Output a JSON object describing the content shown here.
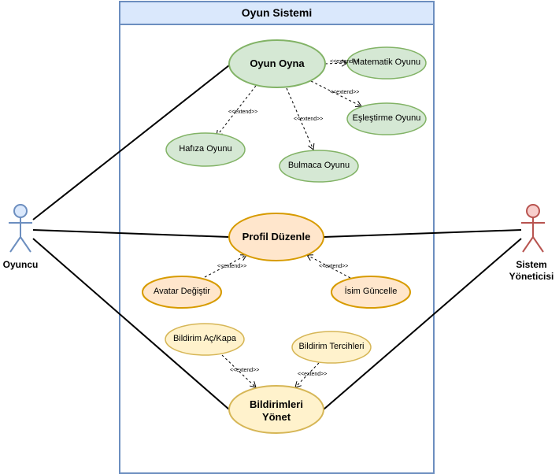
{
  "system": {
    "title": "Oyun Sistemi"
  },
  "actors": {
    "player": {
      "label": "Oyuncu",
      "color": "#6c8ebf",
      "fill": "#dae8fc"
    },
    "admin": {
      "label_line1": "Sistem",
      "label_line2": "Yöneticisi",
      "color": "#b85450",
      "fill": "#f8cecc"
    }
  },
  "use_cases": {
    "play_game": "Oyun Oyna",
    "math_game": "Matematik Oyunu",
    "matching_game": "Eşleştirme Oyunu",
    "memory_game": "Hafıza Oyunu",
    "puzzle_game": "Bulmaca Oyunu",
    "edit_profile": "Profil Düzenle",
    "change_avatar": "Avatar Değiştir",
    "update_name": "İsim Güncelle",
    "toggle_notifications": "Bildirim Aç/Kapa",
    "notification_prefs": "Bildirim Tercihleri",
    "manage_notifications_line1": "Bildirimleri",
    "manage_notifications_line2": "Yönet"
  },
  "relation_label": "<<extend>>",
  "colors": {
    "green_fill": "#d5e8d4",
    "green_stroke": "#82b366",
    "orange_fill": "#ffe6cc",
    "orange_stroke": "#d79b00",
    "yellow_fill": "#fff2cc",
    "yellow_stroke": "#d6b656",
    "system_fill": "#dae8fc",
    "system_stroke": "#6c8ebf"
  }
}
